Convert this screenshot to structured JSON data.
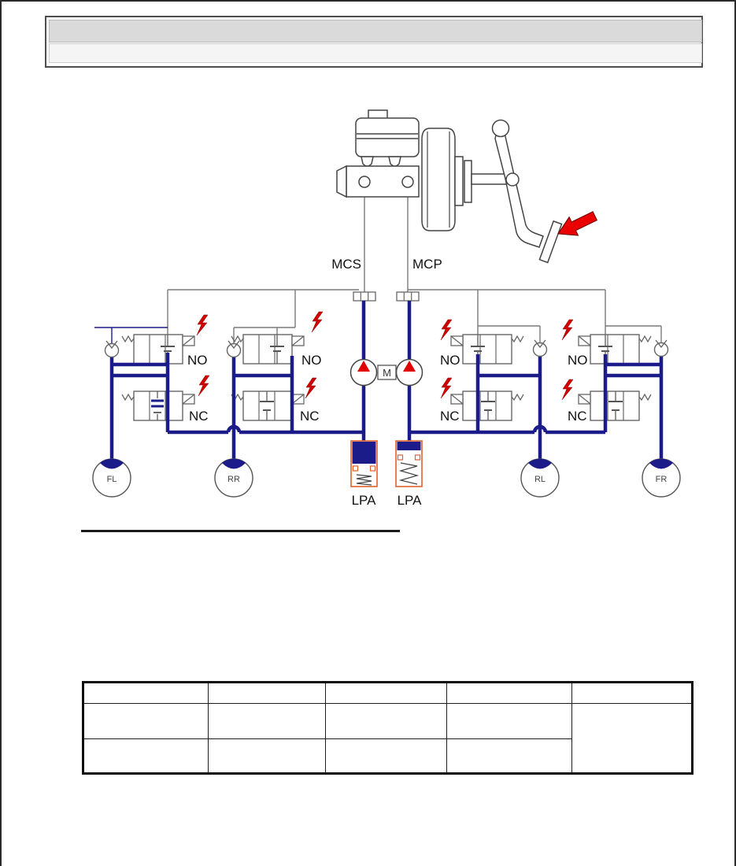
{
  "header": {
    "top_bar_text": "",
    "bottom_bar_text": ""
  },
  "diagram": {
    "master_cylinder": {
      "secondary_port_label": "MCS",
      "primary_port_label": "MCP"
    },
    "motor_label": "M",
    "valve_labels": {
      "no": "NO",
      "nc": "NC"
    },
    "accumulators": {
      "left_label": "LPA",
      "right_label": "LPA"
    },
    "wheels": {
      "front_left": "FL",
      "rear_right": "RR",
      "rear_left": "RL",
      "front_right": "FR"
    },
    "colors": {
      "hydraulic_line": "#1b1b8a",
      "signal_wire": "#7a7a7a",
      "energized_bolt": "#cf0000",
      "accumulator_outline": "#e06030",
      "pedal_arrow": "#ea0000"
    }
  },
  "table": {
    "header_cells": [
      "",
      "",
      "",
      "",
      ""
    ],
    "row2_cells": [
      "",
      "",
      "",
      ""
    ],
    "row2_merged_cell": "",
    "row3_cells": [
      "",
      "",
      "",
      ""
    ]
  }
}
